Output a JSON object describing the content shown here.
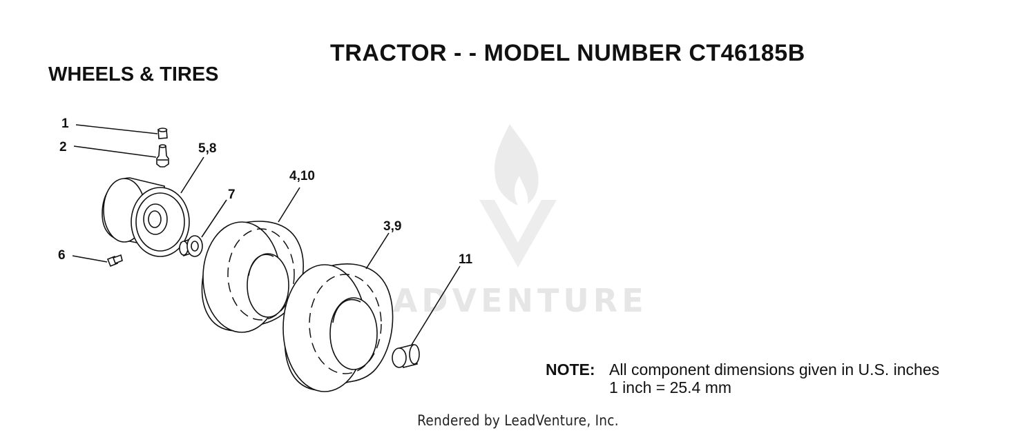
{
  "title": "TRACTOR - - MODEL NUMBER CT46185B",
  "section": "WHEELS & TIRES",
  "callouts": [
    {
      "id": "c1",
      "label": "1"
    },
    {
      "id": "c2",
      "label": "2"
    },
    {
      "id": "c58",
      "label": "5,8"
    },
    {
      "id": "c7",
      "label": "7"
    },
    {
      "id": "c410",
      "label": "4,10"
    },
    {
      "id": "c39",
      "label": "3,9"
    },
    {
      "id": "c6",
      "label": "6"
    },
    {
      "id": "c11",
      "label": "11"
    }
  ],
  "note": {
    "label": "NOTE:",
    "line1": "All component dimensions given in U.S. inches",
    "line2": "1 inch = 25.4 mm"
  },
  "watermark": "LEADVENTURE",
  "footer": "Rendered by LeadVenture, Inc."
}
